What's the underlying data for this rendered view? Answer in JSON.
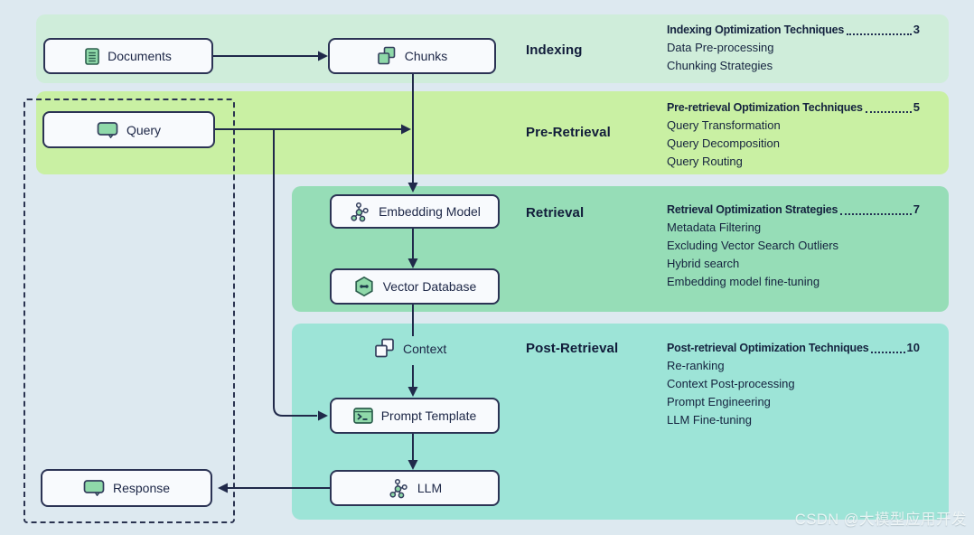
{
  "colors": {
    "canvas_bg": "#dde9f0",
    "band_indexing": "#cfedda",
    "band_pre_retrieval": "#c9f0a3",
    "band_retrieval": "#96ddb7",
    "band_post_retrieval": "#9de4d7",
    "node_fill": "#f8fafd",
    "node_border": "#2b3354",
    "line_color": "#20294a",
    "text_color": "#15203e",
    "icon_green": "#8fd9a9",
    "icon_stroke": "#333e5c"
  },
  "nodes": {
    "documents": {
      "label": "Documents",
      "icon": "document-lines-icon"
    },
    "chunks": {
      "label": "Chunks",
      "icon": "overlapping-squares-icon"
    },
    "query": {
      "label": "Query",
      "icon": "speech-bubble-icon"
    },
    "embedding": {
      "label": "Embedding Model",
      "icon": "network-graph-icon"
    },
    "vector": {
      "label": "Vector Database",
      "icon": "hexagon-db-icon"
    },
    "context": {
      "label": "Context",
      "icon": "overlapping-squares-outline-icon"
    },
    "prompt": {
      "label": "Prompt Template",
      "icon": "terminal-icon"
    },
    "llm": {
      "label": "LLM",
      "icon": "network-graph-icon"
    },
    "response": {
      "label": "Response",
      "icon": "speech-bubble-icon"
    }
  },
  "sections": [
    {
      "label": "Indexing",
      "heading": "Indexing Optimization Techniques",
      "count": "3",
      "items": [
        "Data Pre-processing",
        "Chunking Strategies"
      ]
    },
    {
      "label": "Pre-Retrieval",
      "heading": "Pre-retrieval Optimization Techniques",
      "count": "5",
      "items": [
        "Query Transformation",
        "Query Decomposition",
        "Query Routing"
      ]
    },
    {
      "label": "Retrieval",
      "heading": "Retrieval Optimization Strategies",
      "count": "7",
      "items": [
        "Metadata Filtering",
        "Excluding Vector Search Outliers",
        "Hybrid search",
        "Embedding model fine-tuning"
      ]
    },
    {
      "label": "Post-Retrieval",
      "heading": "Post-retrieval Optimization Techniques",
      "count": "10",
      "items": [
        "Re-ranking",
        "Context Post-processing",
        "Prompt Engineering",
        "LLM Fine-tuning"
      ]
    }
  ],
  "watermark": {
    "text": "CSDN @大模型应用开发"
  }
}
